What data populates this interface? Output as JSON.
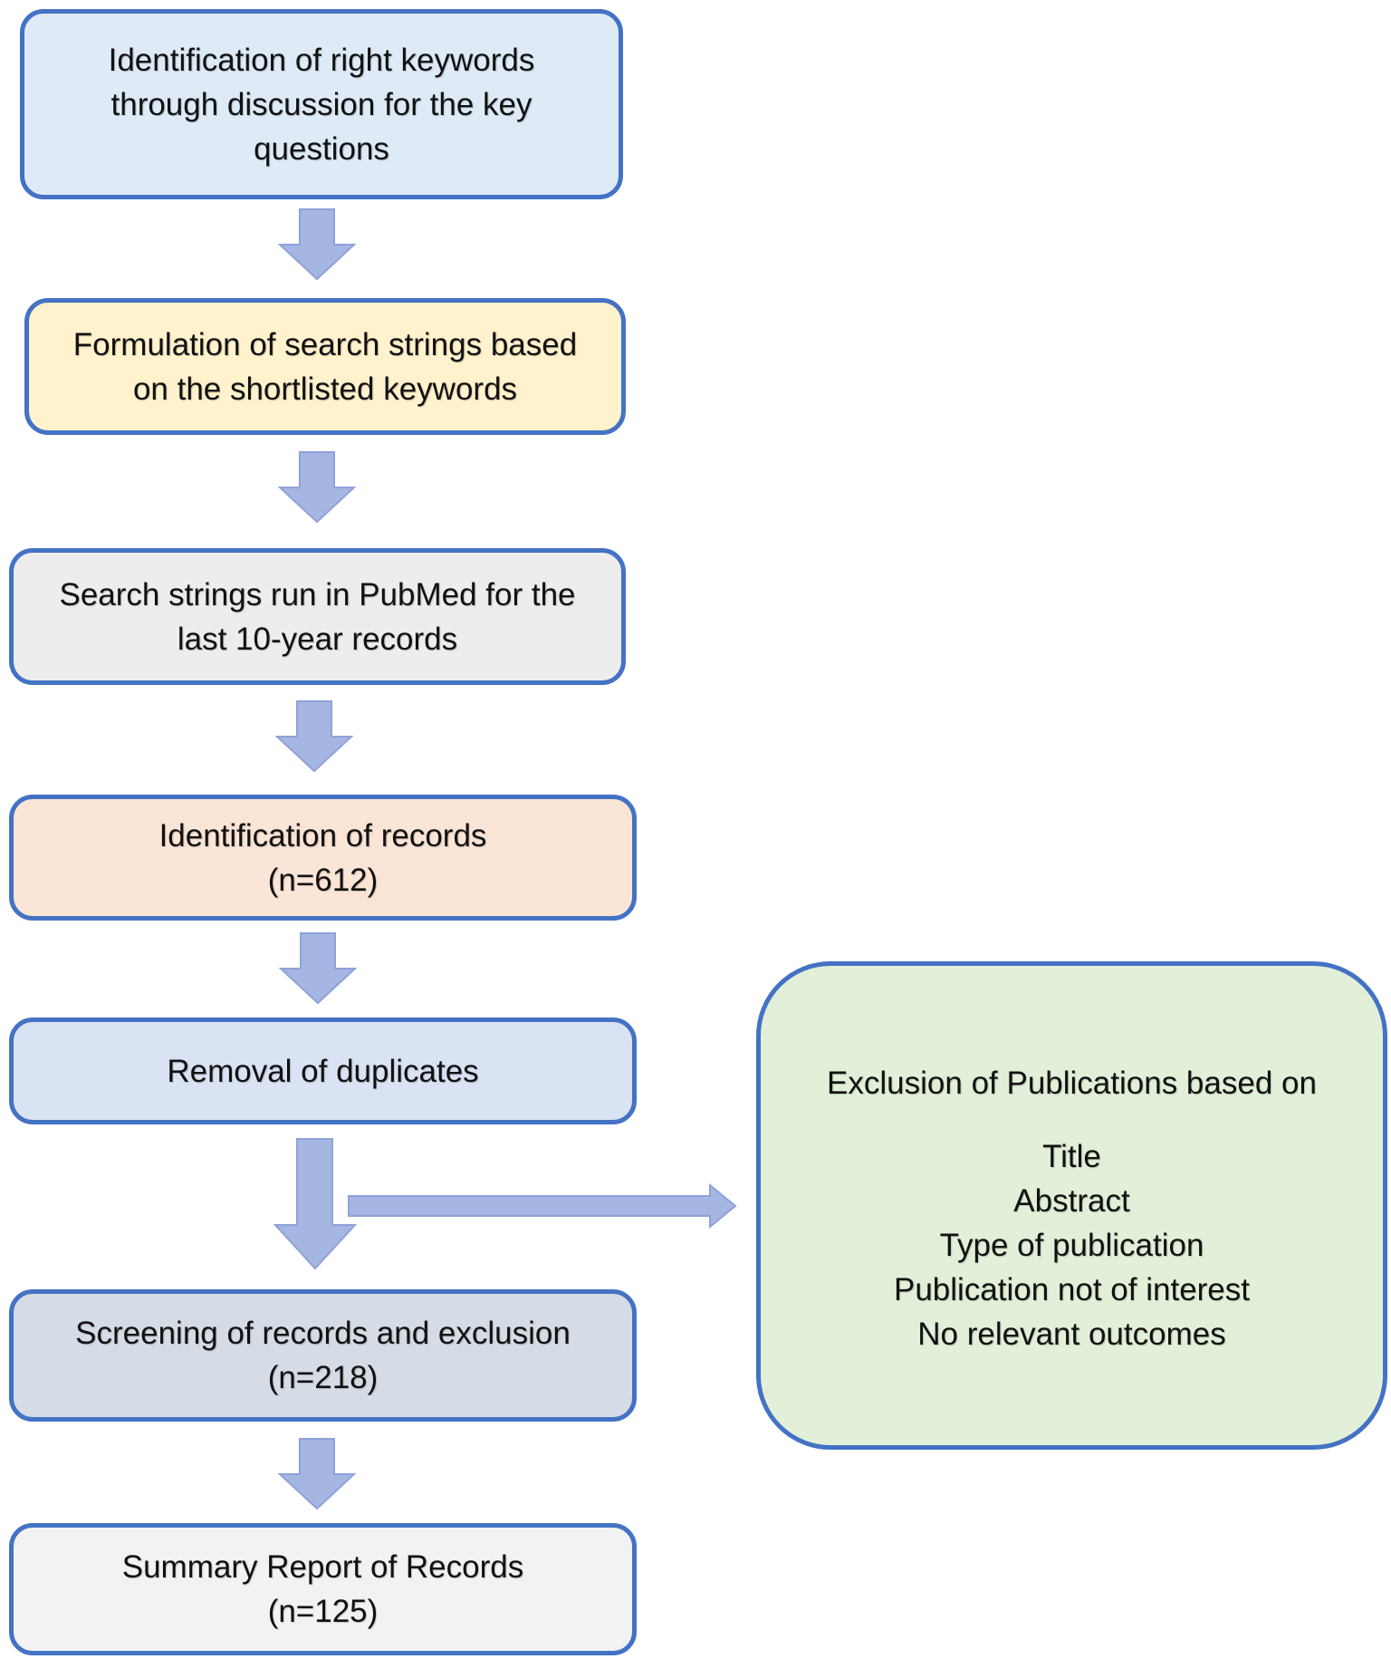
{
  "steps": [
    {
      "lines": [
        "Identification of right keywords",
        "through discussion for the key",
        "questions"
      ]
    },
    {
      "lines": [
        "Formulation of search strings based",
        "on the shortlisted keywords"
      ]
    },
    {
      "lines": [
        "Search strings run in PubMed for the",
        "last 10-year records"
      ]
    },
    {
      "lines": [
        "Identification of records",
        "(n=612)"
      ]
    },
    {
      "lines": [
        "Removal of duplicates"
      ]
    },
    {
      "lines": [
        "Screening of records and exclusion",
        "(n=218)"
      ]
    },
    {
      "lines": [
        "Summary Report of Records",
        "(n=125)"
      ]
    }
  ],
  "exclusion": {
    "title": "Exclusion of Publications based on",
    "criteria": [
      "Title",
      "Abstract",
      "Type of publication",
      "Publication not of interest",
      "No relevant outcomes"
    ]
  },
  "colors": {
    "border": "#4472c4",
    "arrow_fill": "#a6b6e3",
    "arrow_edge": "#8fa2d8"
  }
}
